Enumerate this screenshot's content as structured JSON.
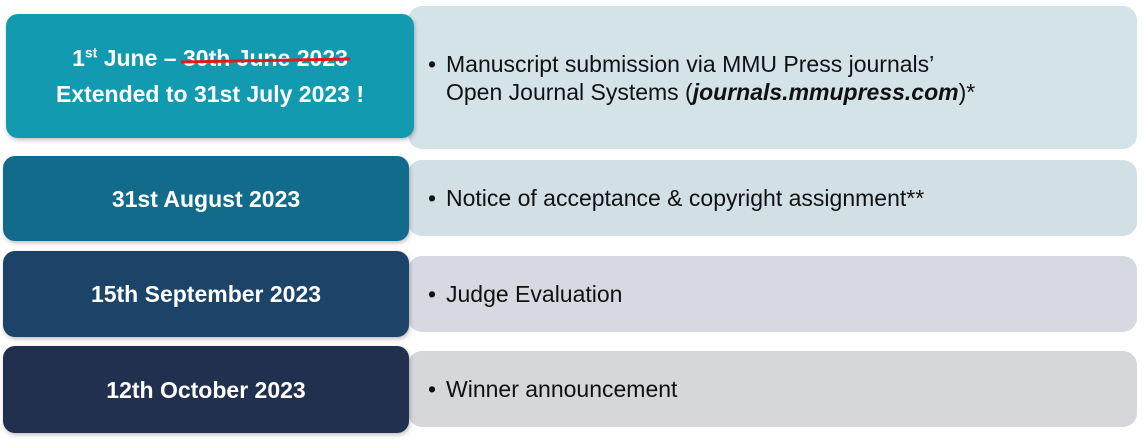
{
  "rows": [
    {
      "date_prefix": "1",
      "date_sup": "st",
      "date_mid": " June – ",
      "date_struck": "30th June 2023",
      "date_extended": "Extended to 31st July 2023 !",
      "detail_line1": "Manuscript submission via MMU Press journals’",
      "detail_line2_pre": "Open Journal Systems (",
      "detail_line2_link": "journals.mmupress.com",
      "detail_line2_post": ")*"
    },
    {
      "date": "31st August 2023",
      "detail": "Notice of acceptance & copyright assignment**"
    },
    {
      "date": "15th September 2023",
      "detail": "Judge Evaluation"
    },
    {
      "date": "12th October 2023",
      "detail": "Winner announcement"
    }
  ],
  "colors": {
    "date_bg": [
      "#129bb0",
      "#126b8a",
      "#1b4468",
      "#21304f"
    ],
    "detail_bg": [
      "#d3e3e8",
      "#d2e0e6",
      "#d6d9df",
      "#d6d7db"
    ],
    "strike": "#e01b1b"
  }
}
